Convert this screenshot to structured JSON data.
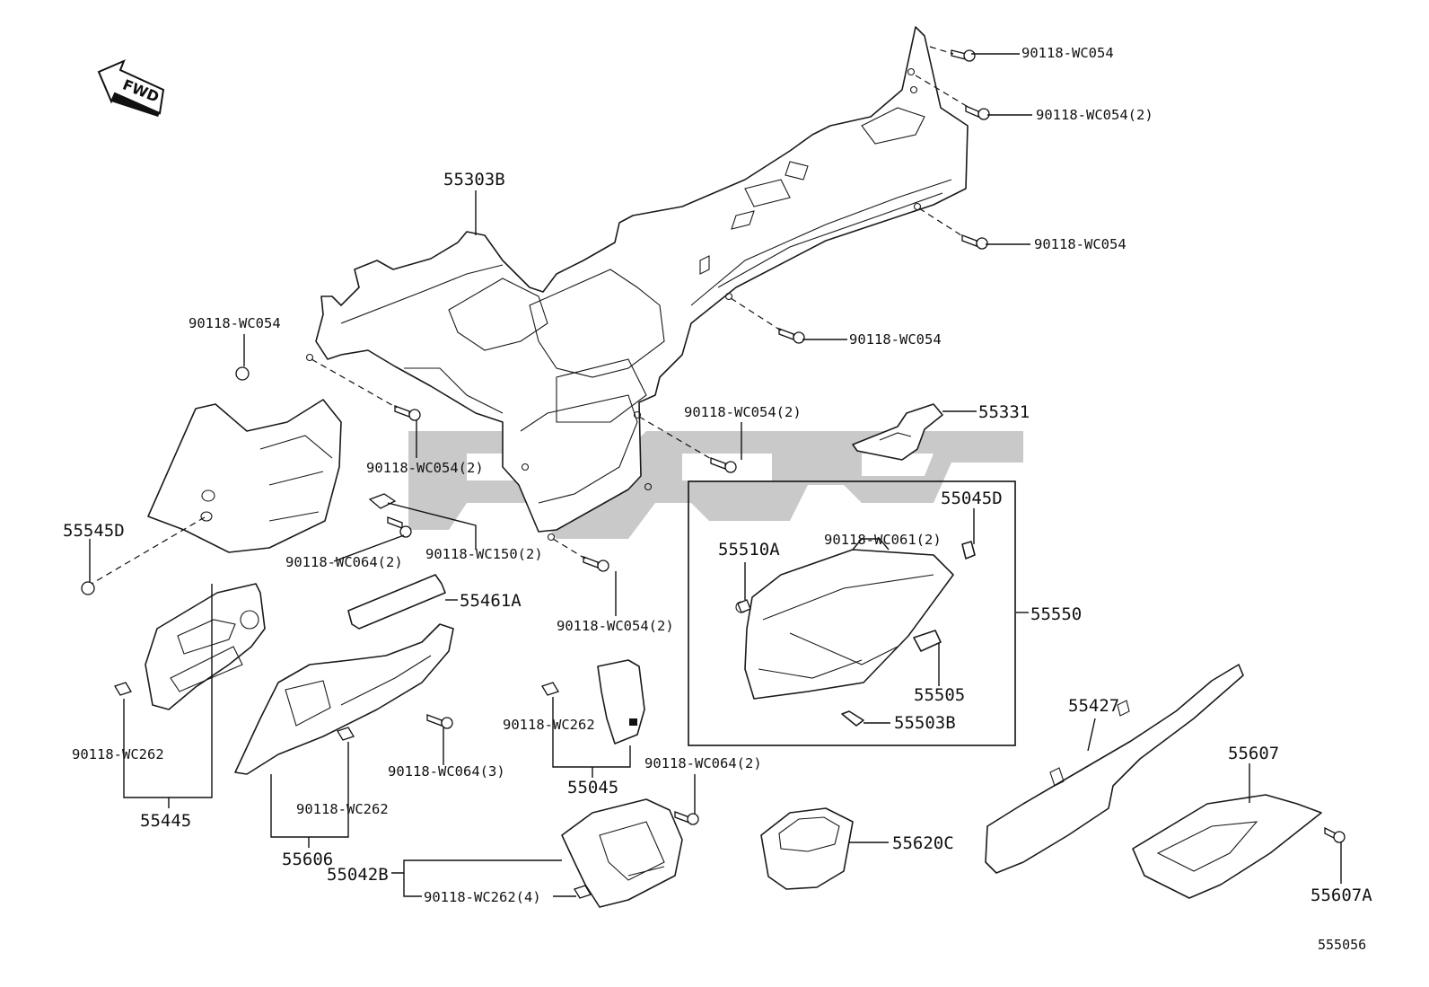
{
  "fwd_label": "FWD",
  "diagram_code": "555056",
  "parts": {
    "p55303B": "55303B",
    "p55331": "55331",
    "p55545D": "55545D",
    "p55461A": "55461A",
    "p55445": "55445",
    "p55606": "55606",
    "p55045": "55045",
    "p55042B": "55042B",
    "p55550": "55550",
    "p55045D": "55045D",
    "p55510A": "55510A",
    "p55505": "55505",
    "p55503B": "55503B",
    "p55620C": "55620C",
    "p55427": "55427",
    "p55607": "55607",
    "p55607A": "55607A"
  },
  "fasteners": {
    "f_top1": "90118-WC054",
    "f_top2": "90118-WC054(2)",
    "f_right_mid": "90118-WC054",
    "f_center_right": "90118-WC054",
    "f_left": "90118-WC054",
    "f_center_left": "90118-WC054(2)",
    "f_center": "90118-WC054(2)",
    "f_wc064_2": "90118-WC064(2)",
    "f_wc150_2": "90118-WC150(2)",
    "f_lower_center": "90118-WC054(2)",
    "f_wc262_left": "90118-WC262",
    "f_wc064_3": "90118-WC064(3)",
    "f_wc262_mid": "90118-WC262",
    "f_wc262_55045": "90118-WC262",
    "f_wc064_2b": "90118-WC064(2)",
    "f_wc262_4": "90118-WC262(4)",
    "f_wc061_2": "90118-WC061(2)"
  }
}
